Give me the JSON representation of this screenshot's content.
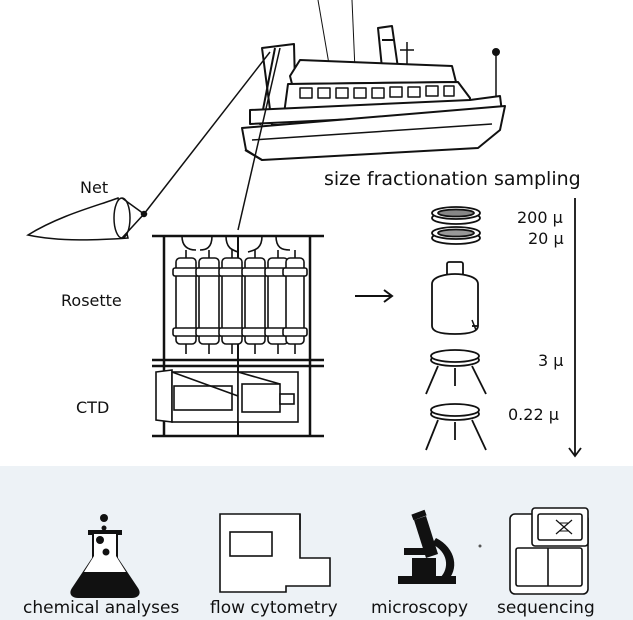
{
  "labels": {
    "net": "Net",
    "rosette": "Rosette",
    "ctd": "CTD",
    "sampling_title": "size fractionation sampling",
    "size_200": "200 μ",
    "size_20": "20 μ",
    "size_3": "3 μ",
    "size_022": "0.22 μ"
  },
  "analyses": [
    {
      "label": "chemical analyses",
      "icon": "flask-icon"
    },
    {
      "label": "flow cytometry",
      "icon": "flow-cytometer-icon"
    },
    {
      "label": "microscopy",
      "icon": "microscope-icon"
    },
    {
      "label": "sequencing",
      "icon": "sequencer-icon"
    }
  ],
  "colors": {
    "bottom_panel": "#edf2f6",
    "ink": "#111111"
  }
}
